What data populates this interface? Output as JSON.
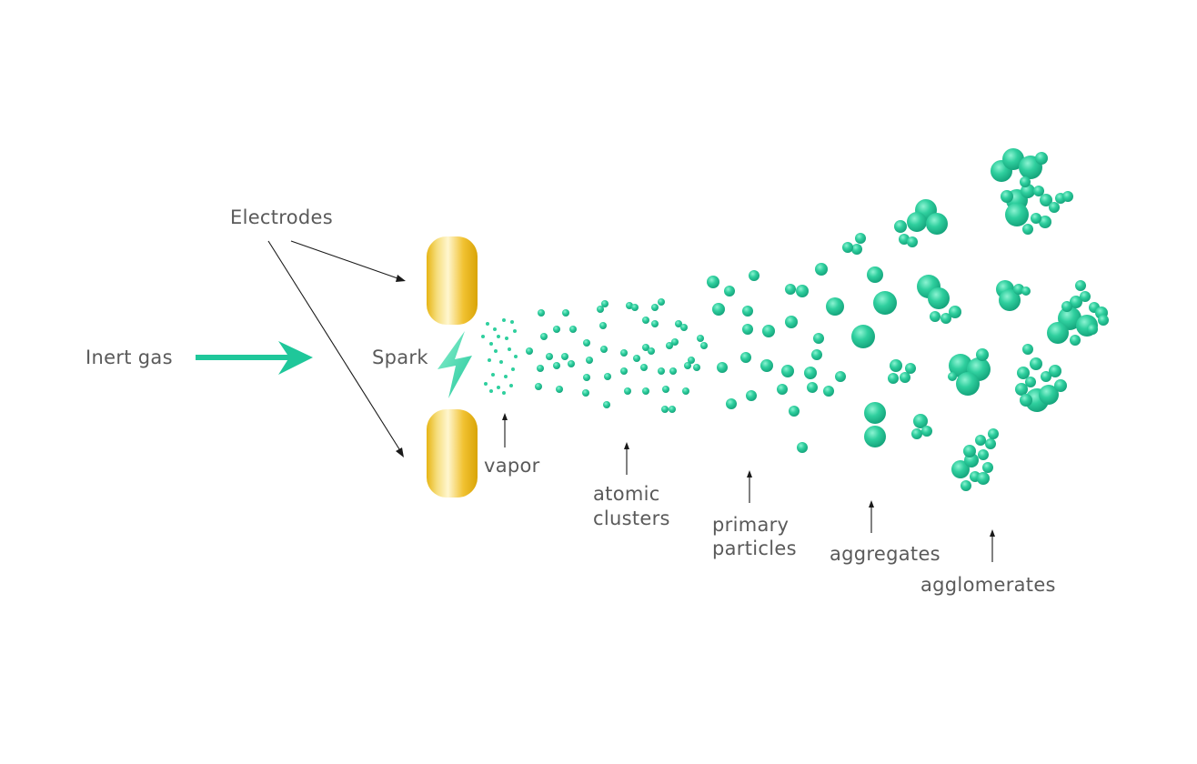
{
  "labels": {
    "electrodes": "Electrodes",
    "inert_gas": "Inert gas",
    "spark": "Spark",
    "stages": {
      "vapor": [
        "vapor"
      ],
      "atomic_clusters": [
        "atomic",
        "clusters"
      ],
      "primary_particles": [
        "primary",
        "particles"
      ],
      "aggregates": [
        "aggregates"
      ],
      "agglomerates": [
        "agglomerates"
      ]
    }
  },
  "icons": {
    "gas_flow": "arrow-right-icon",
    "spark": "lightning-bolt-icon",
    "electrode": "electrode-icon"
  },
  "colors": {
    "particle": "#2fcf9e",
    "particle_dark": "#13a27a",
    "particle_light": "#8cf3d2",
    "arrow": "#1fc79a",
    "electrode_light": "#fff6cf",
    "electrode_mid": "#f1c232",
    "electrode_dark": "#d9a406",
    "text": "#5a5a5a",
    "pointer": "#1a1a1a"
  }
}
